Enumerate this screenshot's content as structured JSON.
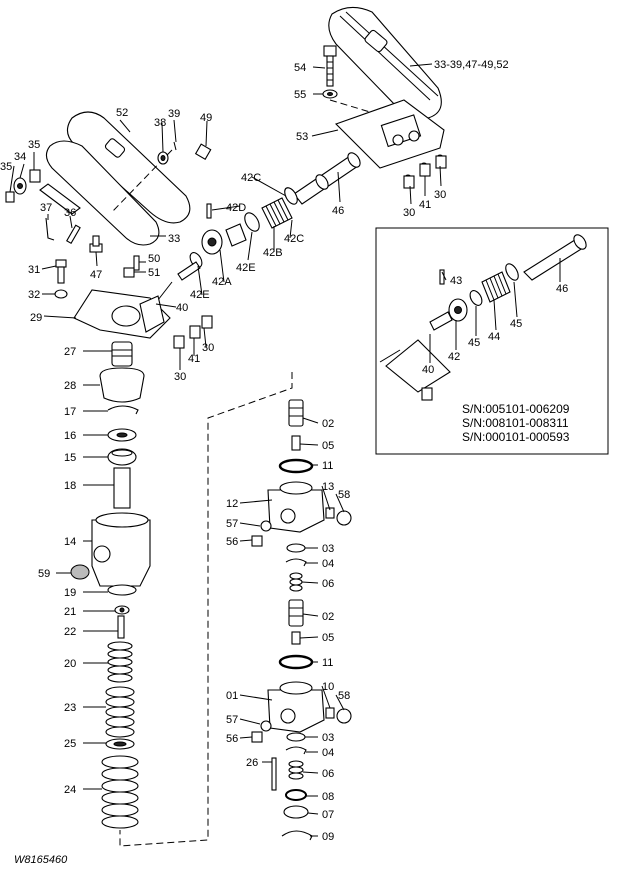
{
  "drawing_number": "W8165460",
  "serial_notes": [
    "S/N:005101-006209",
    "S/N:008101-008311",
    "S/N:000101-000593"
  ],
  "callouts": {
    "c_33_39_47_49_52": "33-39,47-49,52",
    "c54": "54",
    "c55": "55",
    "c53": "53",
    "c46a": "46",
    "c30a": "30",
    "c41a": "41",
    "c30b": "30",
    "c42C_a": "42C",
    "c42D": "42D",
    "c42B": "42B",
    "c42C_b": "42C",
    "c42E_a": "42E",
    "c42A": "42A",
    "c42E_b": "42E",
    "c52": "52",
    "c39": "39",
    "c38": "38",
    "c49": "49",
    "c35a": "35",
    "c34": "34",
    "c35b": "35",
    "c37": "37",
    "c36": "36",
    "c33": "33",
    "c47": "47",
    "c50": "50",
    "c51": "51",
    "c31": "31",
    "c32": "32",
    "c29": "29",
    "c40a": "40",
    "c30c": "30",
    "c41b": "41",
    "c30d": "30",
    "c27": "27",
    "c28": "28",
    "c17": "17",
    "c16": "16",
    "c15": "15",
    "c18": "18",
    "c14": "14",
    "c59": "59",
    "c19": "19",
    "c21": "21",
    "c22": "22",
    "c20": "20",
    "c23": "23",
    "c25": "25",
    "c24": "24",
    "c02a": "02",
    "c05a": "05",
    "c11a": "11",
    "c12": "12",
    "c13": "13",
    "c58a": "58",
    "c57a": "57",
    "c56a": "56",
    "c03a": "03",
    "c04a": "04",
    "c06a": "06",
    "c02b": "02",
    "c05b": "05",
    "c11b": "11",
    "c01": "01",
    "c10": "10",
    "c58b": "58",
    "c57b": "57",
    "c56b": "56",
    "c03b": "03",
    "c04b": "04",
    "c26": "26",
    "c06b": "06",
    "c08": "08",
    "c07": "07",
    "c09": "09",
    "i43": "43",
    "i46": "46",
    "i44": "44",
    "i45a": "45",
    "i45b": "45",
    "i42": "42",
    "i40": "40"
  }
}
